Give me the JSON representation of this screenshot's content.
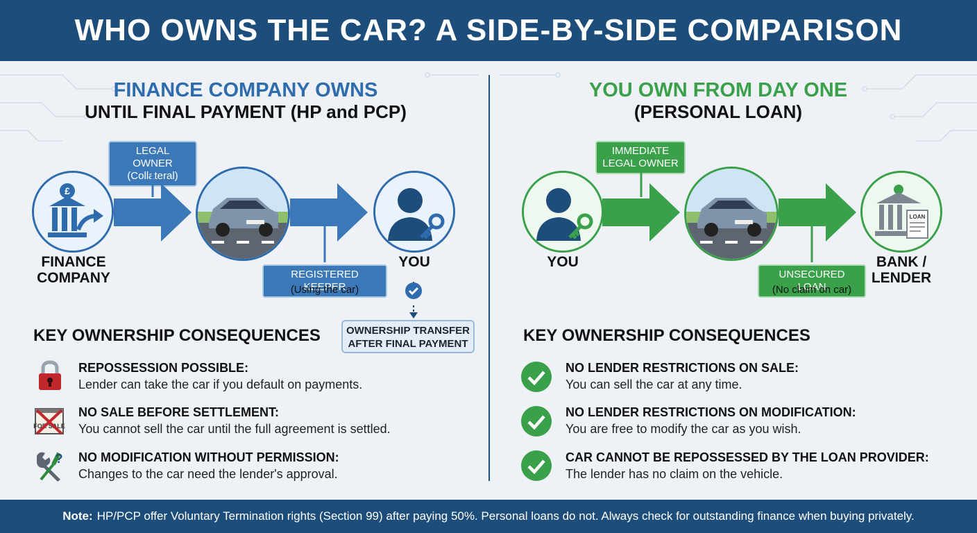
{
  "header": {
    "title": "WHO OWNS THE CAR? A SIDE-BY-SIDE COMPARISON"
  },
  "left": {
    "title": "FINANCE COMPANY OWNS",
    "subtitle": "UNTIL FINAL PAYMENT (HP and PCP)",
    "tag_owner_line1": "LEGAL OWNER",
    "tag_owner_line2": "(Collateral)",
    "tag_keeper": "REGISTERED KEEPER",
    "keeper_caption": "(Using the car)",
    "node_finance_line1": "FINANCE",
    "node_finance_line2": "COMPANY",
    "node_you": "YOU",
    "transfer_line1": "OWNERSHIP TRANSFER",
    "transfer_line2": "AFTER FINAL PAYMENT",
    "consequences_heading": "KEY OWNERSHIP CONSEQUENCES",
    "items": [
      {
        "title": "REPOSSESSION POSSIBLE:",
        "desc": "Lender can take the car if you default on payments.",
        "icon": "padlock-icon"
      },
      {
        "title": "NO SALE BEFORE SETTLEMENT:",
        "desc": "You cannot sell the car until the full agreement is settled.",
        "icon": "no-sale-sign-icon"
      },
      {
        "title": "NO MODIFICATION WITHOUT PERMISSION:",
        "desc": "Changes to the car need the lender's approval.",
        "icon": "tools-question-icon"
      }
    ],
    "sale_sign_text": "FOR SALE"
  },
  "right": {
    "title": "YOU OWN FROM DAY ONE",
    "subtitle": "(PERSONAL LOAN)",
    "tag_owner_line1": "IMMEDIATE",
    "tag_owner_line2": "LEGAL OWNER",
    "tag_loan": "UNSECURED LOAN",
    "loan_caption": "(No claim on car)",
    "node_you": "YOU",
    "node_bank_line1": "BANK /",
    "node_bank_line2": "LENDER",
    "loan_doc_text": "LOAN",
    "consequences_heading": "KEY OWNERSHIP CONSEQUENCES",
    "items": [
      {
        "title": "NO LENDER RESTRICTIONS ON SALE:",
        "desc": "You can sell the car at any time.",
        "icon": "check-circle-icon"
      },
      {
        "title": "NO LENDER RESTRICTIONS ON MODIFICATION:",
        "desc": "You are free to modify the car as you wish.",
        "icon": "check-circle-icon"
      },
      {
        "title": "CAR CANNOT BE REPOSSESSED BY THE LOAN PROVIDER:",
        "desc": "The lender has no claim on the vehicle.",
        "icon": "check-circle-icon"
      }
    ]
  },
  "footer": {
    "label": "Note:",
    "text": "HP/PCP offer Voluntary Termination rights (Section 99) after paying 50%. Personal loans do not. Always check for outstanding finance when buying privately."
  },
  "colors": {
    "navy": "#1d4d7a",
    "blue": "#2f6cad",
    "green": "#3aa04a",
    "red": "#c0282d"
  }
}
